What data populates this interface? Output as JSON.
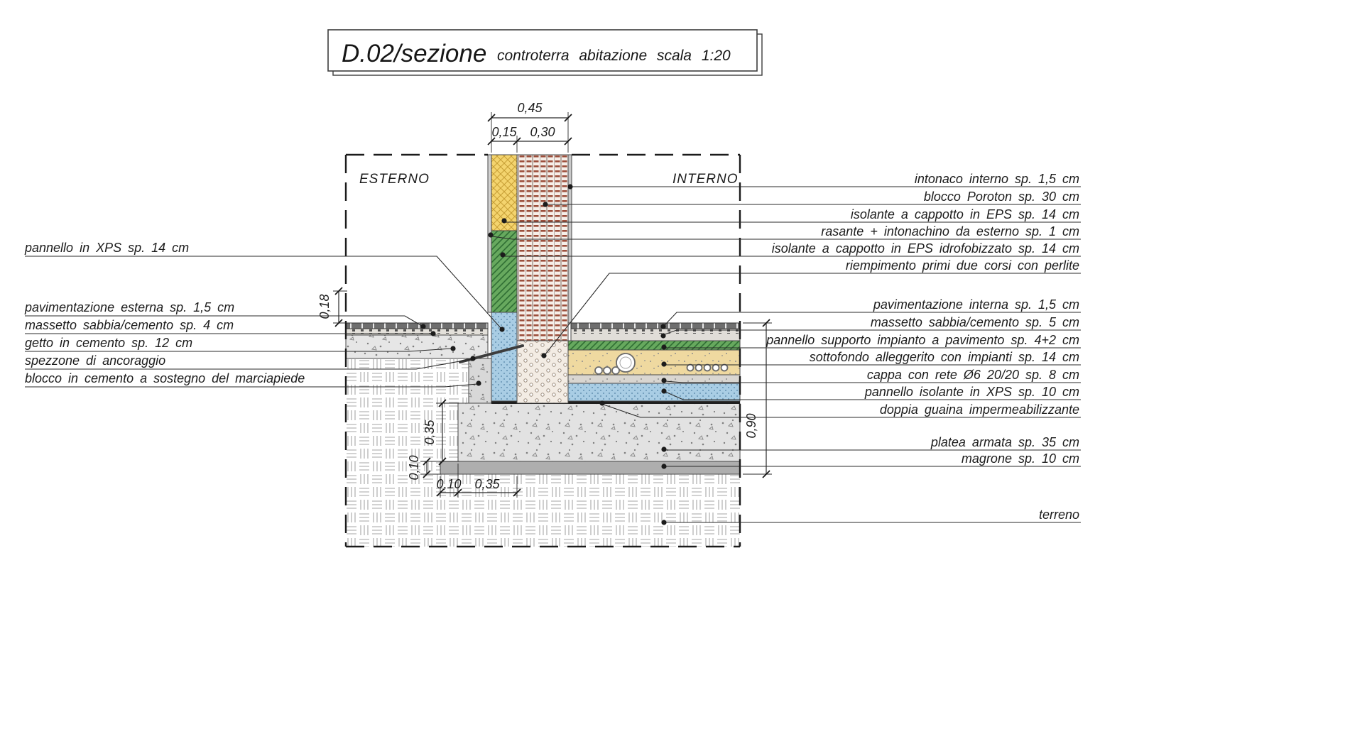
{
  "title": {
    "code": "D.02/sezione",
    "subtitle": "controterra abitazione scala 1:20"
  },
  "zones": {
    "exterior": "ESTERNO",
    "interior": "INTERNO"
  },
  "left_labels": [
    {
      "text": "pannello in XPS sp. 14 cm"
    },
    {
      "text": "pavimentazione esterna sp. 1,5 cm"
    },
    {
      "text": "massetto sabbia/cemento sp. 4 cm"
    },
    {
      "text": "getto in cemento sp. 12 cm"
    },
    {
      "text": "spezzone di ancoraggio"
    },
    {
      "text": "blocco in cemento a sostegno del marciapiede"
    }
  ],
  "right_labels": [
    {
      "text": "intonaco interno sp. 1,5 cm"
    },
    {
      "text": "blocco Poroton sp. 30 cm"
    },
    {
      "text": "isolante a cappotto in EPS sp. 14 cm"
    },
    {
      "text": "rasante + intonachino da esterno sp. 1 cm"
    },
    {
      "text": "isolante a cappotto in EPS idrofobizzato sp. 14 cm"
    },
    {
      "text": "riempimento primi due corsi con perlite"
    },
    {
      "text": "pavimentazione interna sp. 1,5 cm"
    },
    {
      "text": "massetto sabbia/cemento sp. 5 cm"
    },
    {
      "text": "pannello supporto impianto a pavimento sp. 4+2 cm"
    },
    {
      "text": "sottofondo alleggerito con impianti sp. 14 cm"
    },
    {
      "text": "cappa con rete Ø6 20/20 sp. 8 cm"
    },
    {
      "text": "pannello isolante in XPS sp. 10 cm"
    },
    {
      "text": "doppia guaina impermeabilizzante"
    },
    {
      "text": "platea armata sp. 35 cm"
    },
    {
      "text": "magrone sp. 10 cm"
    },
    {
      "text": "terreno"
    }
  ],
  "dims": {
    "wall_total_width": "0,45",
    "eps_layer_width": "0,15",
    "poroton_width": "0,30",
    "exterior_step": "0,18",
    "platea_thickness": "0,35",
    "magrone_thickness": "0,10",
    "magrone_ledge": "0,10",
    "platea_ledge": "0,35",
    "foundation_depth": "0,90"
  }
}
